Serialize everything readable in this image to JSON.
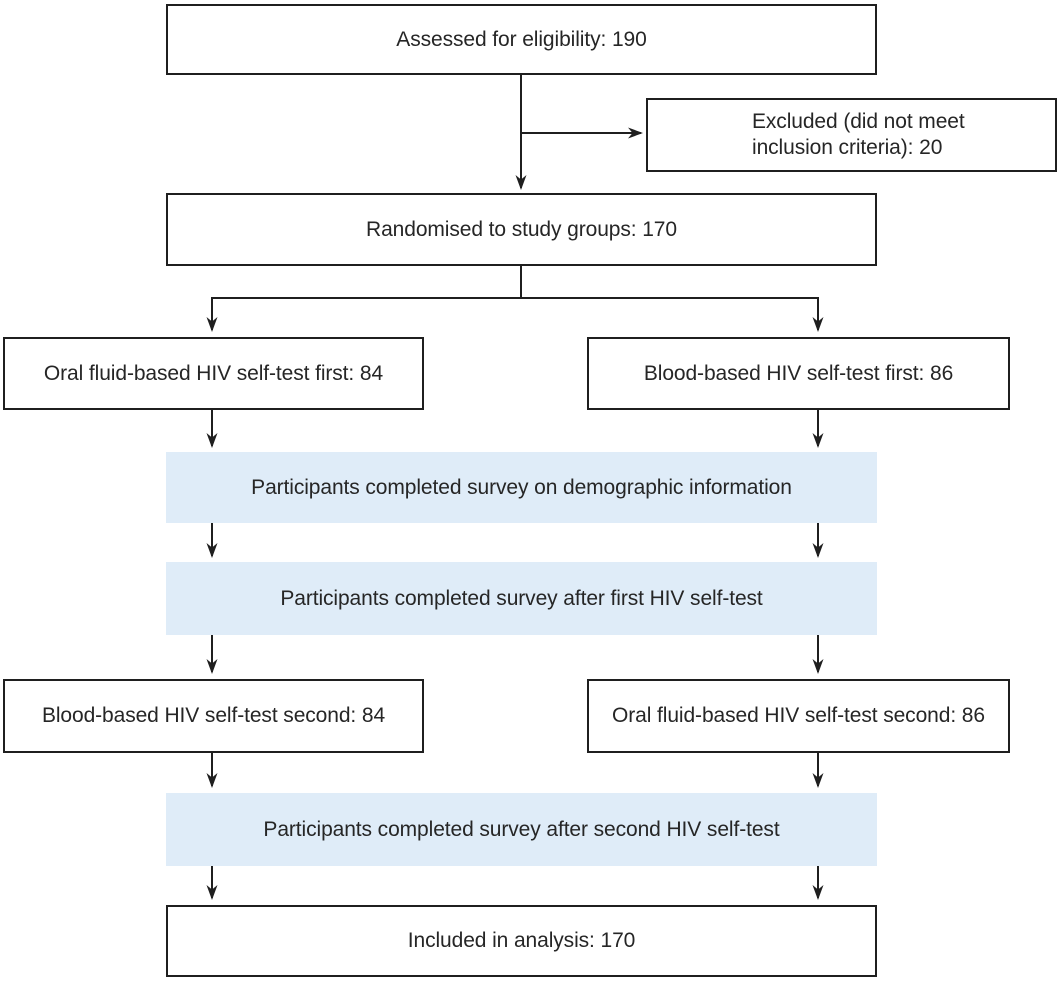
{
  "diagram": {
    "type": "flowchart",
    "nodes": {
      "assessed": {
        "label": "Assessed for eligibility: 190"
      },
      "excluded": {
        "label": "Excluded (did not meet inclusion criteria): 20"
      },
      "randomised": {
        "label": "Randomised to study groups: 170"
      },
      "oral_first": {
        "label": "Oral fluid-based HIV self-test first: 84"
      },
      "blood_first": {
        "label": "Blood-based HIV self-test first: 86"
      },
      "survey_demographic": {
        "label": "Participants completed survey on demographic information"
      },
      "survey_first": {
        "label": "Participants completed survey after first HIV self-test"
      },
      "blood_second": {
        "label": "Blood-based HIV self-test second: 84"
      },
      "oral_second": {
        "label": "Oral fluid-based HIV self-test second: 86"
      },
      "survey_second": {
        "label": "Participants completed survey after second HIV self-test"
      },
      "analysis": {
        "label": "Included in analysis: 170"
      }
    },
    "counts": {
      "assessed": 190,
      "excluded": 20,
      "randomised": 170,
      "oral_first": 84,
      "blood_first": 86,
      "blood_second": 84,
      "oral_second": 86,
      "analysis": 170
    },
    "colors": {
      "highlight_fill": "#dfecf8",
      "box_border": "#1f1f1f",
      "arrow": "#1f1f1f",
      "text": "#262626",
      "background": "#ffffff"
    }
  }
}
